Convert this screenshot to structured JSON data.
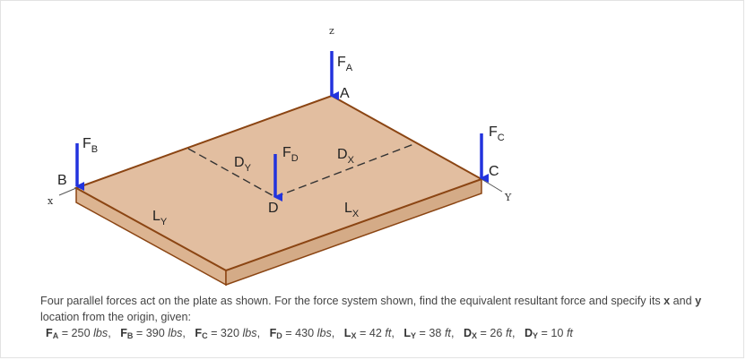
{
  "diagram": {
    "axes": {
      "x": "x",
      "y": "Y",
      "z": "z"
    },
    "points": {
      "A": "A",
      "B": "B",
      "C": "C",
      "D": "D"
    },
    "forces": [
      {
        "sym": "F",
        "sub": "A"
      },
      {
        "sym": "F",
        "sub": "B"
      },
      {
        "sym": "F",
        "sub": "C"
      },
      {
        "sym": "F",
        "sub": "D"
      }
    ],
    "dims": {
      "Ly": {
        "sym": "L",
        "sub": "Y"
      },
      "Lx": {
        "sym": "L",
        "sub": "X"
      },
      "Dy": {
        "sym": "D",
        "sub": "Y"
      },
      "Dx": {
        "sym": "D",
        "sub": "X"
      }
    },
    "colors": {
      "plate_top": "#e2bea0",
      "plate_front": "#dcb491",
      "edge": "#8b4513",
      "arrow": "#2233dd",
      "dash": "#333333"
    }
  },
  "problem": {
    "statement": "Four parallel forces act on the plate as shown. For the force system shown, find the equivalent resultant force and specify its ",
    "x": "x",
    "and": " and ",
    "y": "y",
    "tail": " location from the origin, given:",
    "givens": [
      {
        "sym": "F",
        "sub": "A",
        "eq": " = 250 ",
        "unit": "lbs",
        "sep": ","
      },
      {
        "sym": "F",
        "sub": "B",
        "eq": " = 390 ",
        "unit": "lbs",
        "sep": ","
      },
      {
        "sym": "F",
        "sub": "C",
        "eq": " = 320 ",
        "unit": "lbs",
        "sep": ","
      },
      {
        "sym": "F",
        "sub": "D",
        "eq": " = 430 ",
        "unit": "lbs",
        "sep": ","
      },
      {
        "sym": "L",
        "sub": "X",
        "eq": " = 42 ",
        "unit": "ft",
        "sep": ","
      },
      {
        "sym": "L",
        "sub": "Y",
        "eq": " = 38 ",
        "unit": "ft",
        "sep": ","
      },
      {
        "sym": "D",
        "sub": "X",
        "eq": " = 26 ",
        "unit": "ft",
        "sep": ","
      },
      {
        "sym": "D",
        "sub": "Y",
        "eq": " = 10 ",
        "unit": "ft",
        "sep": ""
      }
    ]
  }
}
